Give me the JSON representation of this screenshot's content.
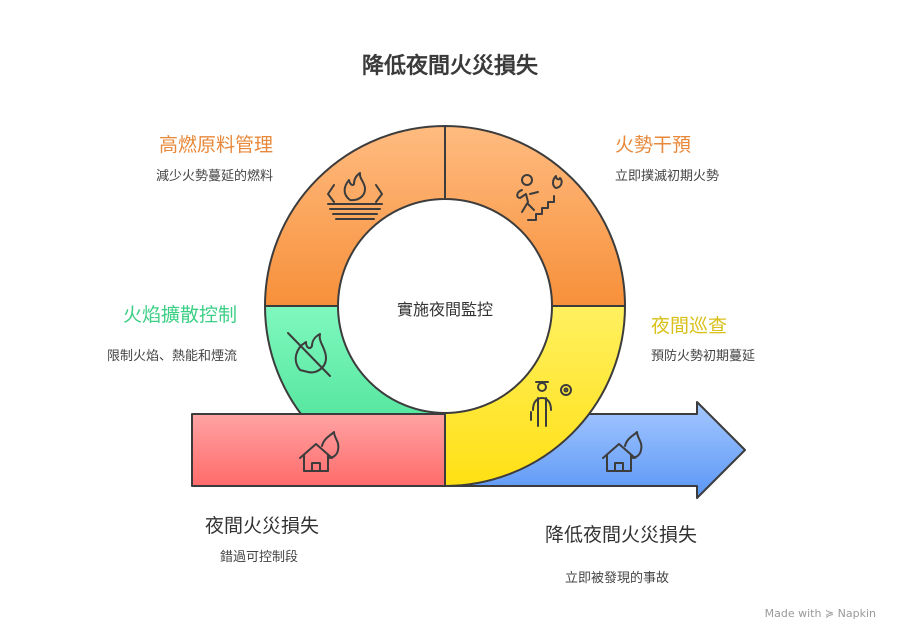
{
  "title": "降低夜間火災損失",
  "center_label": "實施夜間監控",
  "segments": [
    {
      "title": "高燃原料管理",
      "desc": "減少火勢蔓延的燃料",
      "color": "#f0913a",
      "icon": "burning-fuel-icon"
    },
    {
      "title": "火勢干預",
      "desc": "立即撲滅初期火勢",
      "color": "#f0913a",
      "icon": "person-escaping-fire-icon"
    },
    {
      "title": "火焰擴散控制",
      "desc": "限制火焰、熱能和煙流",
      "color": "#3ccf85",
      "icon": "no-fire-icon"
    },
    {
      "title": "夜間巡查",
      "desc": "預防火勢初期蔓延",
      "color": "#e8c51a",
      "icon": "security-guard-icon"
    }
  ],
  "start": {
    "title": "夜間火災損失",
    "desc": "錯過可控制段",
    "icon": "house-fire-icon"
  },
  "end": {
    "title": "降低夜間火災損失",
    "desc": "立即被發現的事故",
    "icon": "house-fire-icon"
  },
  "watermark": "Made with ≽ Napkin"
}
